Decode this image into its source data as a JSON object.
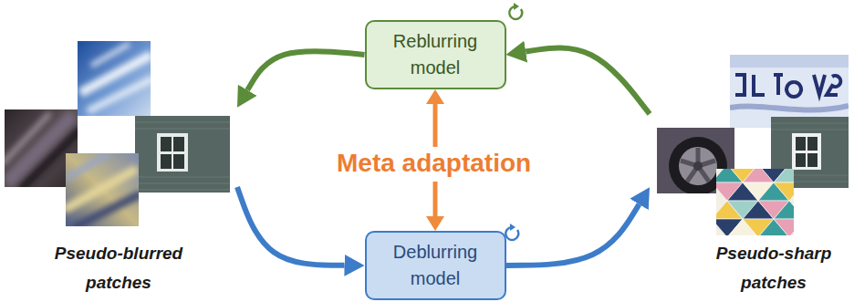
{
  "diagram": {
    "nodes": [
      {
        "text": [
          "Reblurring model"
        ]
      },
      {
        "text": [
          "Pseudo-blurred patches"
        ]
      },
      {
        "text": [
          "Meta adaptation"
        ]
      },
      {
        "text": [
          "Pseudo-sharp patches"
        ]
      },
      {
        "text": [
          "Deblurring model"
        ]
      }
    ],
    "edges": [
      {
        "from": 3,
        "to": 0,
        "arrow": "to"
      },
      {
        "from": 0,
        "to": 1,
        "arrow": "to"
      },
      {
        "from": 1,
        "to": 4,
        "arrow": "to"
      },
      {
        "from": 4,
        "to": 3,
        "arrow": "to"
      },
      {
        "from": 2,
        "to": 0,
        "arrow": "to"
      },
      {
        "from": 2,
        "to": 4,
        "arrow": "to"
      }
    ]
  }
}
